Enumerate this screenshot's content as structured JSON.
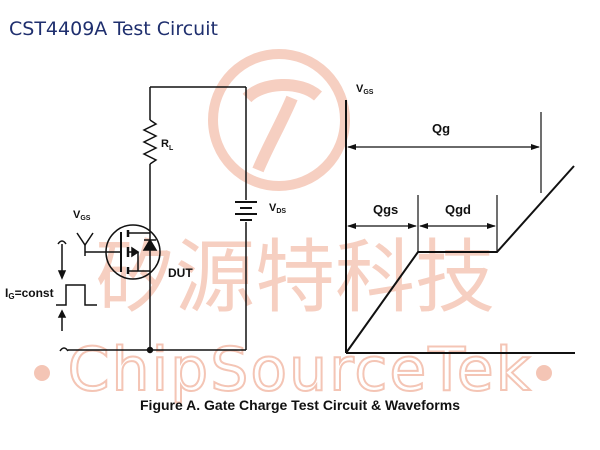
{
  "page": {
    "title": "CST4409A Test Circuit"
  },
  "figure": {
    "caption": "Figure A. Gate Charge Test Circuit & Waveforms"
  },
  "watermark": {
    "chinese_text": "矽源特科技",
    "latin_text": "ChipSourceTek",
    "color": "#f4c5b5"
  },
  "circuit": {
    "resistor_label": {
      "main": "R",
      "sub": "L"
    },
    "supply_label": {
      "main": "V",
      "sub": "DS"
    },
    "gate_label": {
      "main": "V",
      "sub": "GS"
    },
    "current_label": {
      "main": "I",
      "sub": "G",
      "suffix": "=const"
    },
    "device_label": "DUT"
  },
  "waveform": {
    "axis_label": {
      "main": "V",
      "sub": "GS"
    },
    "labels": {
      "qg": "Qg",
      "qgs": "Qgs",
      "qgd": "Qgd"
    }
  },
  "colors": {
    "title": "#1f2f6e",
    "line": "#111111"
  }
}
